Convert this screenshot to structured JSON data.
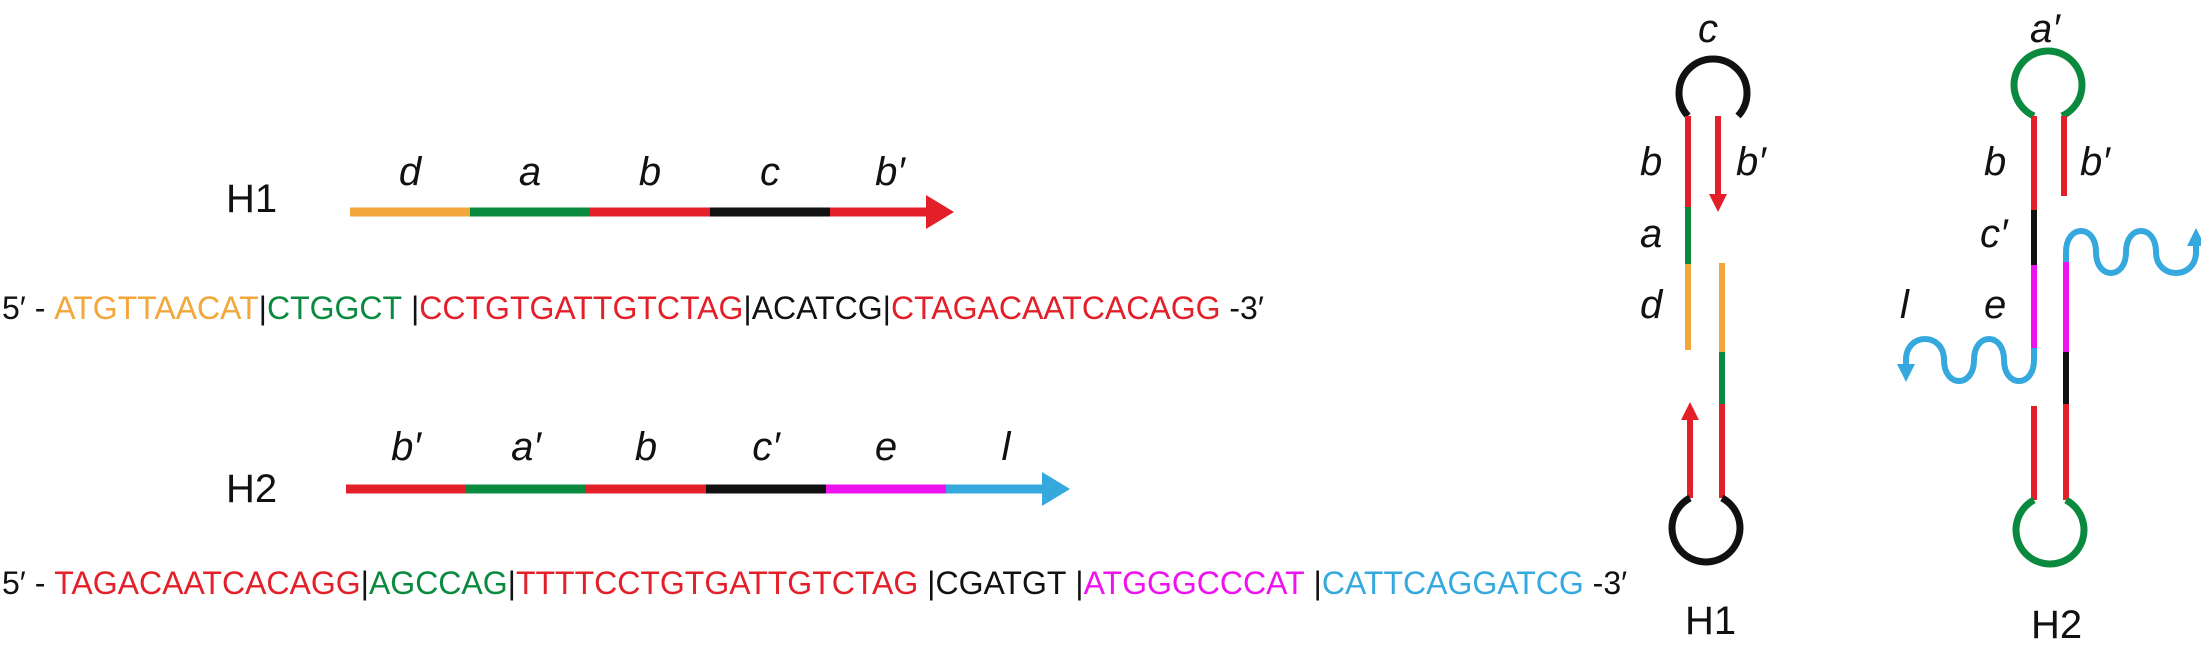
{
  "colors": {
    "orange": "#f3a73a",
    "green": "#0a8a3e",
    "red": "#e3202a",
    "black": "#111111",
    "magenta": "#ee12ee",
    "blue": "#35a9dd"
  },
  "h1": {
    "name": "H1",
    "segments": [
      {
        "label": "d",
        "color": "orange"
      },
      {
        "label": "a",
        "color": "green"
      },
      {
        "label": "b",
        "color": "red"
      },
      {
        "label": "c",
        "color": "black"
      },
      {
        "label": "b′",
        "color": "red"
      }
    ],
    "sequence": [
      {
        "text": "5′ - ",
        "color": "black"
      },
      {
        "text": "ATGTTAACAT",
        "color": "orange"
      },
      {
        "text": "|",
        "color": "black"
      },
      {
        "text": "CTGGCT ",
        "color": "green"
      },
      {
        "text": "|",
        "color": "black"
      },
      {
        "text": "CCTGTGATTGTCTAG",
        "color": "red"
      },
      {
        "text": "|ACATCG|",
        "color": "black"
      },
      {
        "text": "CTAGACAATCACAGG",
        "color": "red"
      },
      {
        "text": " -3′",
        "color": "black"
      }
    ]
  },
  "h2": {
    "name": "H2",
    "segments": [
      {
        "label": "b′",
        "color": "red"
      },
      {
        "label": "a′",
        "color": "green"
      },
      {
        "label": "b",
        "color": "red"
      },
      {
        "label": "c′",
        "color": "black"
      },
      {
        "label": "e",
        "color": "magenta"
      },
      {
        "label": "l",
        "color": "blue"
      }
    ],
    "sequence": [
      {
        "text": "5′ - ",
        "color": "black"
      },
      {
        "text": "TAGACAATCACAGG",
        "color": "red"
      },
      {
        "text": "|",
        "color": "black"
      },
      {
        "text": "AGCCAG",
        "color": "green"
      },
      {
        "text": "|",
        "color": "black"
      },
      {
        "text": "TTTTCCTGTGATTGTCTAG",
        "color": "red"
      },
      {
        "text": " |CGATGT |",
        "color": "black"
      },
      {
        "text": "ATGGGCCCAT",
        "color": "magenta"
      },
      {
        "text": " |",
        "color": "black"
      },
      {
        "text": "CATTCAGGATCG",
        "color": "blue"
      },
      {
        "text": " -3′",
        "color": "black"
      }
    ]
  },
  "hairpin_h1": {
    "name": "H1",
    "loop_label": "c",
    "left_labels": [
      "b",
      "a",
      "d"
    ],
    "right_labels": [
      "b′"
    ]
  },
  "hairpin_h2": {
    "name": "H2",
    "loop_label": "a′",
    "left_labels": [
      "b",
      "c′",
      "e",
      "l"
    ],
    "right_labels": [
      "b′"
    ]
  }
}
